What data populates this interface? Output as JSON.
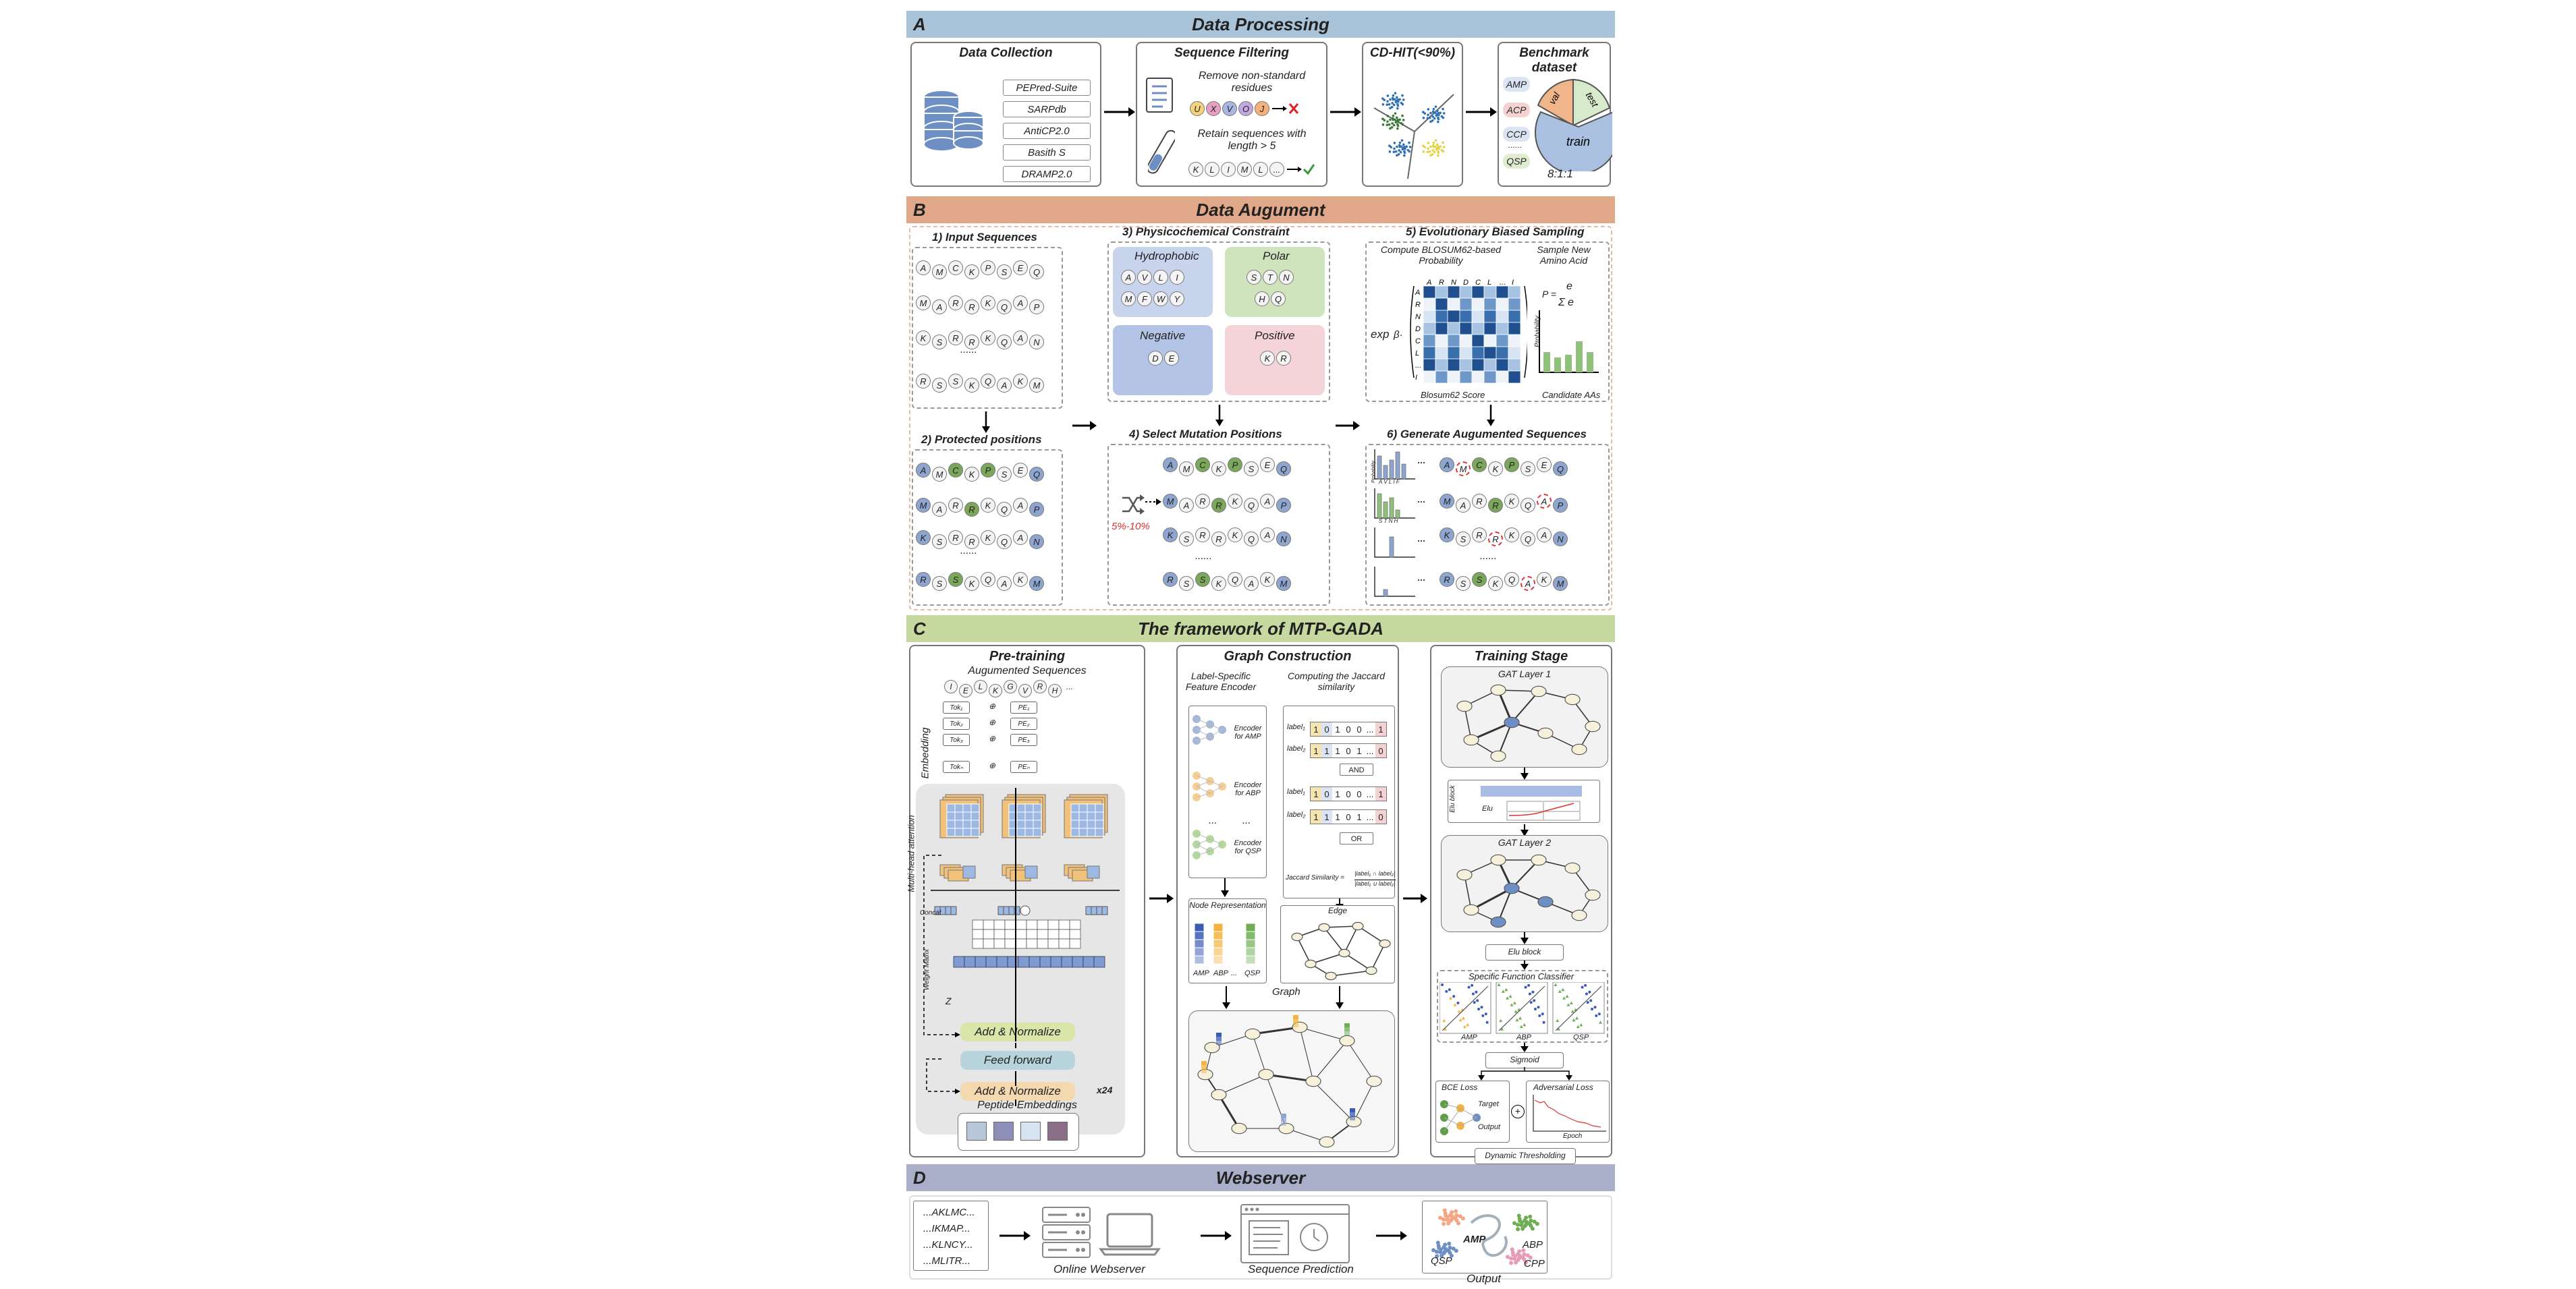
{
  "sections": {
    "A": {
      "letter": "A",
      "title": "Data Processing"
    },
    "B": {
      "letter": "B",
      "title": "Data Augument"
    },
    "C": {
      "letter": "C",
      "title": "The framework of  MTP-GADA"
    },
    "D": {
      "letter": "D",
      "title": "Webserver"
    }
  },
  "colors": {
    "A": "#a9c4d9",
    "B": "#e0a888",
    "C": "#c6d99f",
    "D": "#a9aec9",
    "blue": "#8ea6cf",
    "green": "#7aa75a"
  },
  "panelA": {
    "collection": {
      "title": "Data Collection",
      "databases": [
        "PEPred-Suite",
        "SARPdb",
        "AntiCP2.0",
        "Basith S",
        "DRAMP2.0"
      ]
    },
    "filtering": {
      "title": "Sequence Filtering",
      "text1": "Remove non-standard residues",
      "letters1": [
        "U",
        "X",
        "V",
        "O",
        "J"
      ],
      "text2": "Retain sequences with length > 5",
      "letters2": [
        "K",
        "L",
        "I",
        "M",
        "L",
        "..."
      ]
    },
    "cdhit": {
      "title": "CD-HIT(<90%)"
    },
    "benchmark": {
      "title": "Benchmark dataset",
      "classes": [
        "AMP",
        "ACP",
        "CCP",
        "......",
        "QSP"
      ],
      "split": [
        "val",
        "test",
        "train"
      ],
      "ratio": "8:1:1"
    }
  },
  "panelB": {
    "input": {
      "title": "1) Input Sequences",
      "dots": "......"
    },
    "protected": {
      "title": "2) Protected positions",
      "dots": "......"
    },
    "physchem": {
      "title": "3) Physicochemical Constraint",
      "groups": [
        {
          "name": "Hydrophobic",
          "aa": [
            "A",
            "V",
            "L",
            "I",
            "M",
            "F",
            "W",
            "Y"
          ]
        },
        {
          "name": "Polar",
          "aa": [
            "S",
            "T",
            "N",
            "H",
            "Q"
          ]
        },
        {
          "name": "Negative",
          "aa": [
            "D",
            "E"
          ]
        },
        {
          "name": "Positive",
          "aa": [
            "K",
            "R"
          ]
        }
      ]
    },
    "select": {
      "title": "4) Select Mutation Positions",
      "rate": "5%-10%",
      "dots": "......"
    },
    "evo": {
      "title": "5) Evolutionary Biased Sampling",
      "left": "Compute BLOSUM62-based Probability",
      "right": "Sample New Amino Acid",
      "cols": [
        "A",
        "R",
        "N",
        "D",
        "C",
        "L",
        "...",
        "I"
      ],
      "rows": [
        "A",
        "R",
        "N",
        "D",
        "C",
        "L",
        "...",
        "I"
      ],
      "exp": "exp",
      "beta": "β·",
      "xlabel": "Blosum62 Score",
      "ylabel": "Probability",
      "cand": "Candidate AAs",
      "formula_p": "P =",
      "formula_e": "e",
      "formula_sum": "Σ e"
    },
    "generate": {
      "title": "6) Generate Augumented Sequences",
      "axis": "Probability",
      "dots": "......",
      "ticks1": "A V L I F",
      "ticks2": "S T N H"
    }
  },
  "panelC": {
    "pre": {
      "title": "Pre-training",
      "sub": "Augumented Sequences",
      "seq": [
        "I",
        "E",
        "L",
        "K",
        "G",
        "V",
        "R",
        "H",
        "..."
      ],
      "embedding": "Embedding",
      "tok": [
        "Tok₁",
        "Tok₂",
        "Tok₃",
        "Tokₙ"
      ],
      "pe": [
        "PE₁",
        "PE₂",
        "PE₃",
        "PEₙ"
      ],
      "mha": "Multi-head attention",
      "concat": "Concat",
      "weight": "Weight Matrix",
      "z": "Z",
      "addnorm1": "Add & Normalize",
      "ff": "Feed forward",
      "addnorm2": "Add & Normalize",
      "x24": "x24",
      "emb_title": "Peptide Embeddings"
    },
    "graph": {
      "title": "Graph Construction",
      "enc_title": "Label-Specific Feature Encoder",
      "jac_title": "Computing the Jaccard similarity",
      "encoders": [
        "Encoder for AMP",
        "Encoder for ABP",
        "Encoder for QSP"
      ],
      "dots": "...",
      "labels": [
        "label₁",
        "label₂",
        "label₁",
        "label₂"
      ],
      "bits1": [
        "1",
        "0",
        "1",
        "0",
        "0",
        "...",
        "1"
      ],
      "bits2": [
        "1",
        "1",
        "1",
        "0",
        "1",
        "...",
        "0"
      ],
      "and": "AND",
      "or": "OR",
      "jac_formula": "Jaccard Similarity =",
      "frac_top": "|label₁ ∩ label₂|",
      "frac_bot": "|label₁ ∪ label₂|",
      "node": "Node Representation",
      "edge": "Edge",
      "node_labels": [
        "AMP",
        "ABP",
        "...",
        "QSP"
      ],
      "graph_label": "Graph"
    },
    "train": {
      "title": "Training Stage",
      "gat1": "GAT Layer 1",
      "gat2": "GAT Layer 2",
      "elu_block": "Elu block",
      "elu": "Elu",
      "elu_block2": "Elu block",
      "sfc": "Specific Function Classifier",
      "classes": [
        "AMP",
        "ABP",
        "QSP"
      ],
      "sigmoid": "Sigmoid",
      "bce": "BCE Loss",
      "target": "Target",
      "output": "Output",
      "adv": "Adversarial Loss",
      "epoch": "Epoch",
      "dyn": "Dynamic Thresholding"
    }
  },
  "panelD": {
    "seqs": [
      "...AKLMC...",
      "...IKMAP...",
      "...KLNCY...",
      "...MLITR..."
    ],
    "server": "Online Webserver",
    "pred": "Sequence Prediction",
    "output": "Output",
    "out_labels": [
      "AMP",
      "ABP",
      "QSP",
      "CPP"
    ]
  }
}
